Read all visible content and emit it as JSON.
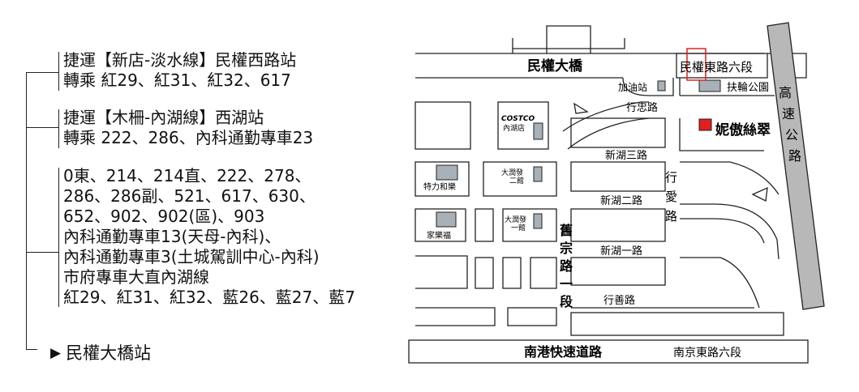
{
  "routes": {
    "group1": {
      "line1": "捷運【新店-淡水線】民權西路站",
      "line2": "轉乘 紅29、紅31、紅32、617"
    },
    "group2": {
      "line1": "捷運【木柵-內湖線】西湖站",
      "line2": "轉乘 222、286、內科通勤專車23"
    },
    "group3": {
      "lines": [
        "0東、214、214直、222、278、",
        "286、286副、521、617、630、",
        "652、902、902(區)、903",
        "內科通勤專車13(天母-內科)、",
        "內科通勤專車3(土城駕訓中心-內科)",
        "市府專車大直內湖線",
        "紅29、紅31、紅32、藍26、藍27、藍7"
      ]
    },
    "destination": "民權大橋站",
    "arrow_icon": "triangle-right-icon"
  },
  "map": {
    "bridge": "民權大橋",
    "road_top_right": "民權東路六段",
    "gas_station": "加油站",
    "park": "扶輪公園",
    "xingzhong_road": "行忠路",
    "costco_logo": "COSTCO",
    "costco_branch": "內湖店",
    "store": "妮傲絲翠",
    "xinhu3": "新湖三路",
    "rt_mart": "大潤發",
    "rt_mart_2": "二館",
    "rt_mart_1": "一館",
    "b_and_q": "特力和樂",
    "carrefour": "家樂福",
    "xingai": [
      "行",
      "愛",
      "路"
    ],
    "xinhu2": "新湖二路",
    "jiuzong": [
      "舊",
      "宗",
      "路",
      "一",
      "段"
    ],
    "xinhu1": "新湖一路",
    "xingshan": "行善路",
    "nangang_expressway": "南港快速道路",
    "nanjing_e_rd": "南京東路六段",
    "highway": [
      "高",
      "速",
      "公",
      "路"
    ],
    "colors": {
      "store_marker": "#e02020",
      "building": "#a8b0b8",
      "highway": "#b8b8b8",
      "highlight": "#e02020"
    }
  }
}
